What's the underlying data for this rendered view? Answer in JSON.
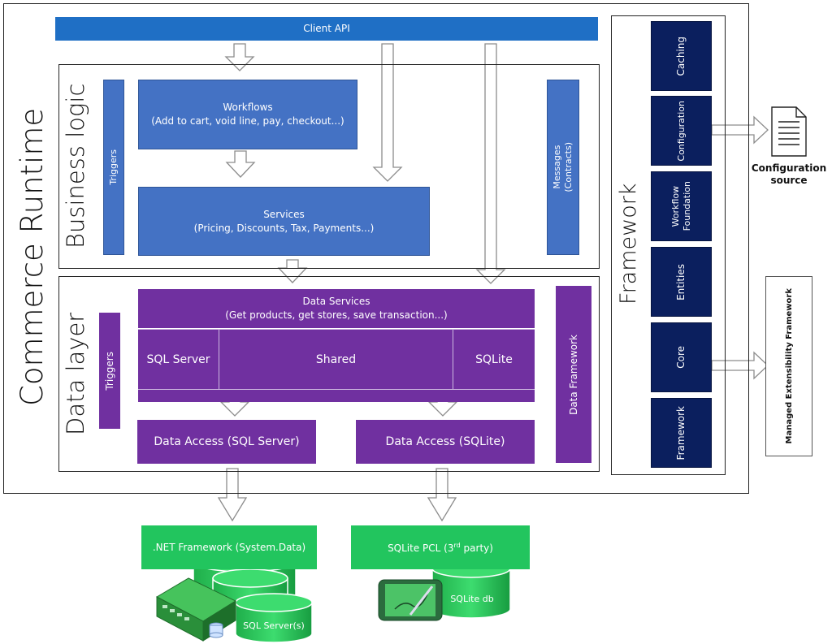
{
  "outer": {
    "title": "Commerce Runtime"
  },
  "client_api": {
    "label": "Client API"
  },
  "business_logic": {
    "title": "Business logic",
    "triggers": "Triggers",
    "workflows": {
      "title": "Workflows",
      "subtitle": "(Add to cart, void line, pay, checkout...)"
    },
    "services": {
      "title": "Services",
      "subtitle": "(Pricing, Discounts, Tax, Payments...)"
    },
    "messages": {
      "title": "Messages",
      "subtitle": "(Contracts)"
    }
  },
  "data_layer": {
    "title": "Data layer",
    "triggers": "Triggers",
    "data_services": {
      "title": "Data Services",
      "subtitle": "(Get products, get stores, save transaction...)"
    },
    "segments": [
      "SQL Server",
      "Shared",
      "SQLite"
    ],
    "data_framework": "Data Framework",
    "access_sql": "Data Access (SQL Server)",
    "access_sqlite": "Data Access (SQLite)"
  },
  "framework": {
    "title": "Framework",
    "items": [
      "Caching",
      "Configuration",
      "Workflow",
      "Foundation",
      "Entities",
      "Core",
      "Framework"
    ]
  },
  "external": {
    "config_source": [
      "Configuration",
      "source"
    ],
    "mef": "Managed Extensibility Framework"
  },
  "storage": {
    "netfx": ".NET Framework (System.Data)",
    "sqlite_pcl": "SQLite PCL (3",
    "sqlite_pcl_sup": "rd",
    "sqlite_pcl_tail": " party)",
    "sql_servers": "SQL Server(s)",
    "sqlite_db": "SQLite db"
  },
  "colors": {
    "blue": "#4472c4",
    "purple": "#7030a0",
    "navy": "#0b1f5e",
    "green": "#22c55e",
    "client_api": "#1f6fc5"
  }
}
